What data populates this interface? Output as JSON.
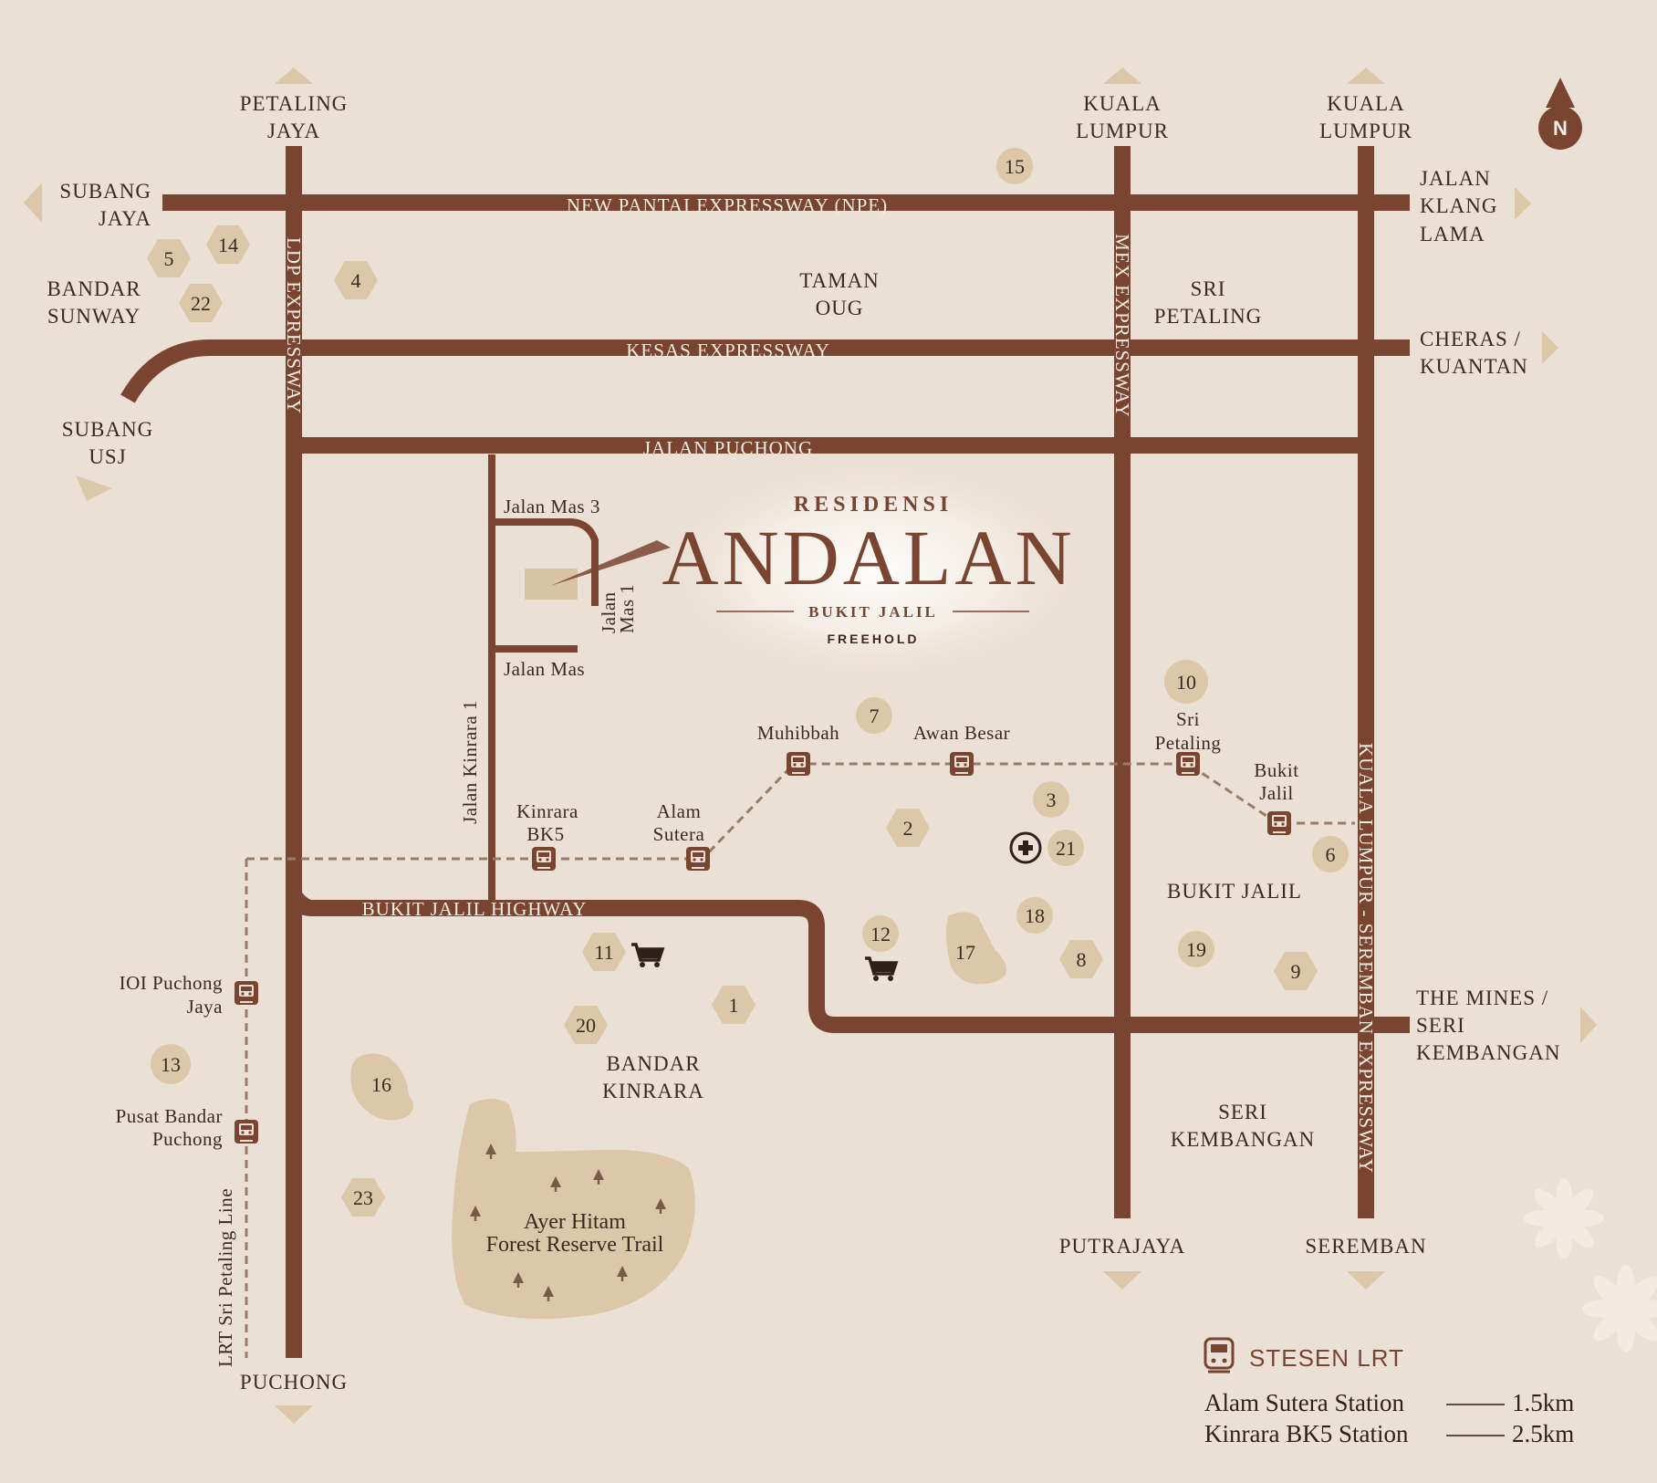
{
  "colors": {
    "background": "#ebe0d5",
    "road": "#7a4530",
    "marker": "#dcc7a8",
    "text": "#3c2a22",
    "lrt_line": "#9a7b68"
  },
  "brand": {
    "top": "RESIDENSI",
    "main": "ANDALAN",
    "sub": "BUKIT JALIL",
    "tenure": "FREEHOLD"
  },
  "compass": {
    "label": "N"
  },
  "directions": {
    "petaling_jaya": [
      "PETALING",
      "JAYA"
    ],
    "kl_mex": [
      "KUALA",
      "LUMPUR"
    ],
    "kl_east": [
      "KUALA",
      "LUMPUR"
    ],
    "subang_jaya": [
      "SUBANG",
      "JAYA"
    ],
    "jalan_klang_lama": [
      "JALAN",
      "KLANG",
      "LAMA"
    ],
    "cheras_kuantan": [
      "CHERAS /",
      "KUANTAN"
    ],
    "subang_usj": [
      "SUBANG",
      "USJ"
    ],
    "the_mines": [
      "THE MINES /",
      "SERI",
      "KEMBANGAN"
    ],
    "putrajaya": "PUTRAJAYA",
    "seremban": "SEREMBAN",
    "puchong": "PUCHONG"
  },
  "areas": {
    "bandar_sunway": [
      "BANDAR",
      "SUNWAY"
    ],
    "taman_oug": [
      "TAMAN",
      "OUG"
    ],
    "sri_petaling": [
      "SRI",
      "PETALING"
    ],
    "bukit_jalil": "BUKIT JALIL",
    "bandar_kinrara": [
      "BANDAR",
      "KINRARA"
    ],
    "seri_kembangan": [
      "SERI",
      "KEMBANGAN"
    ],
    "forest": [
      "Ayer Hitam",
      "Forest Reserve Trail"
    ]
  },
  "roads": {
    "npe": "NEW PANTAI EXPRESSWAY (NPE)",
    "kesas": "KESAS EXPRESSWAY",
    "jalan_puchong": "JALAN PUCHONG",
    "ldp": "LDP EXPRESSWAY",
    "mex": "MEX EXPRESSWAY",
    "klse": "KUALA LUMPUR - SEREMBAN EXPRESSWAY",
    "bjh": "BUKIT JALIL HIGHWAY",
    "jalan_kinrara_1": "Jalan Kinrara 1",
    "jalan_mas_3": "Jalan Mas 3",
    "jalan_mas": "Jalan Mas",
    "jalan_mas_1": [
      "Jalan",
      "Mas 1"
    ],
    "lrt_line": "LRT Sri Petaling Line"
  },
  "stations": {
    "muhibbah": "Muhibbah",
    "awan_besar": "Awan Besar",
    "sri_petaling": [
      "Sri",
      "Petaling"
    ],
    "bukit_jalil": [
      "Bukit",
      "Jalil"
    ],
    "kinrara_bk5": [
      "Kinrara",
      "BK5"
    ],
    "alam_sutera": [
      "Alam",
      "Sutera"
    ],
    "ioi_puchong_jaya": [
      "IOI Puchong",
      "Jaya"
    ],
    "pusat_bandar_puchong": [
      "Pusat Bandar",
      "Puchong"
    ]
  },
  "markers": [
    "1",
    "2",
    "3",
    "4",
    "5",
    "6",
    "7",
    "8",
    "9",
    "10",
    "11",
    "12",
    "13",
    "14",
    "15",
    "16",
    "17",
    "18",
    "19",
    "20",
    "21",
    "22",
    "23"
  ],
  "legend": {
    "title": "STESEN LRT",
    "rows": [
      {
        "name": "Alam Sutera Station",
        "distance": "1.5km"
      },
      {
        "name": "Kinrara BK5 Station",
        "distance": "2.5km"
      }
    ]
  }
}
